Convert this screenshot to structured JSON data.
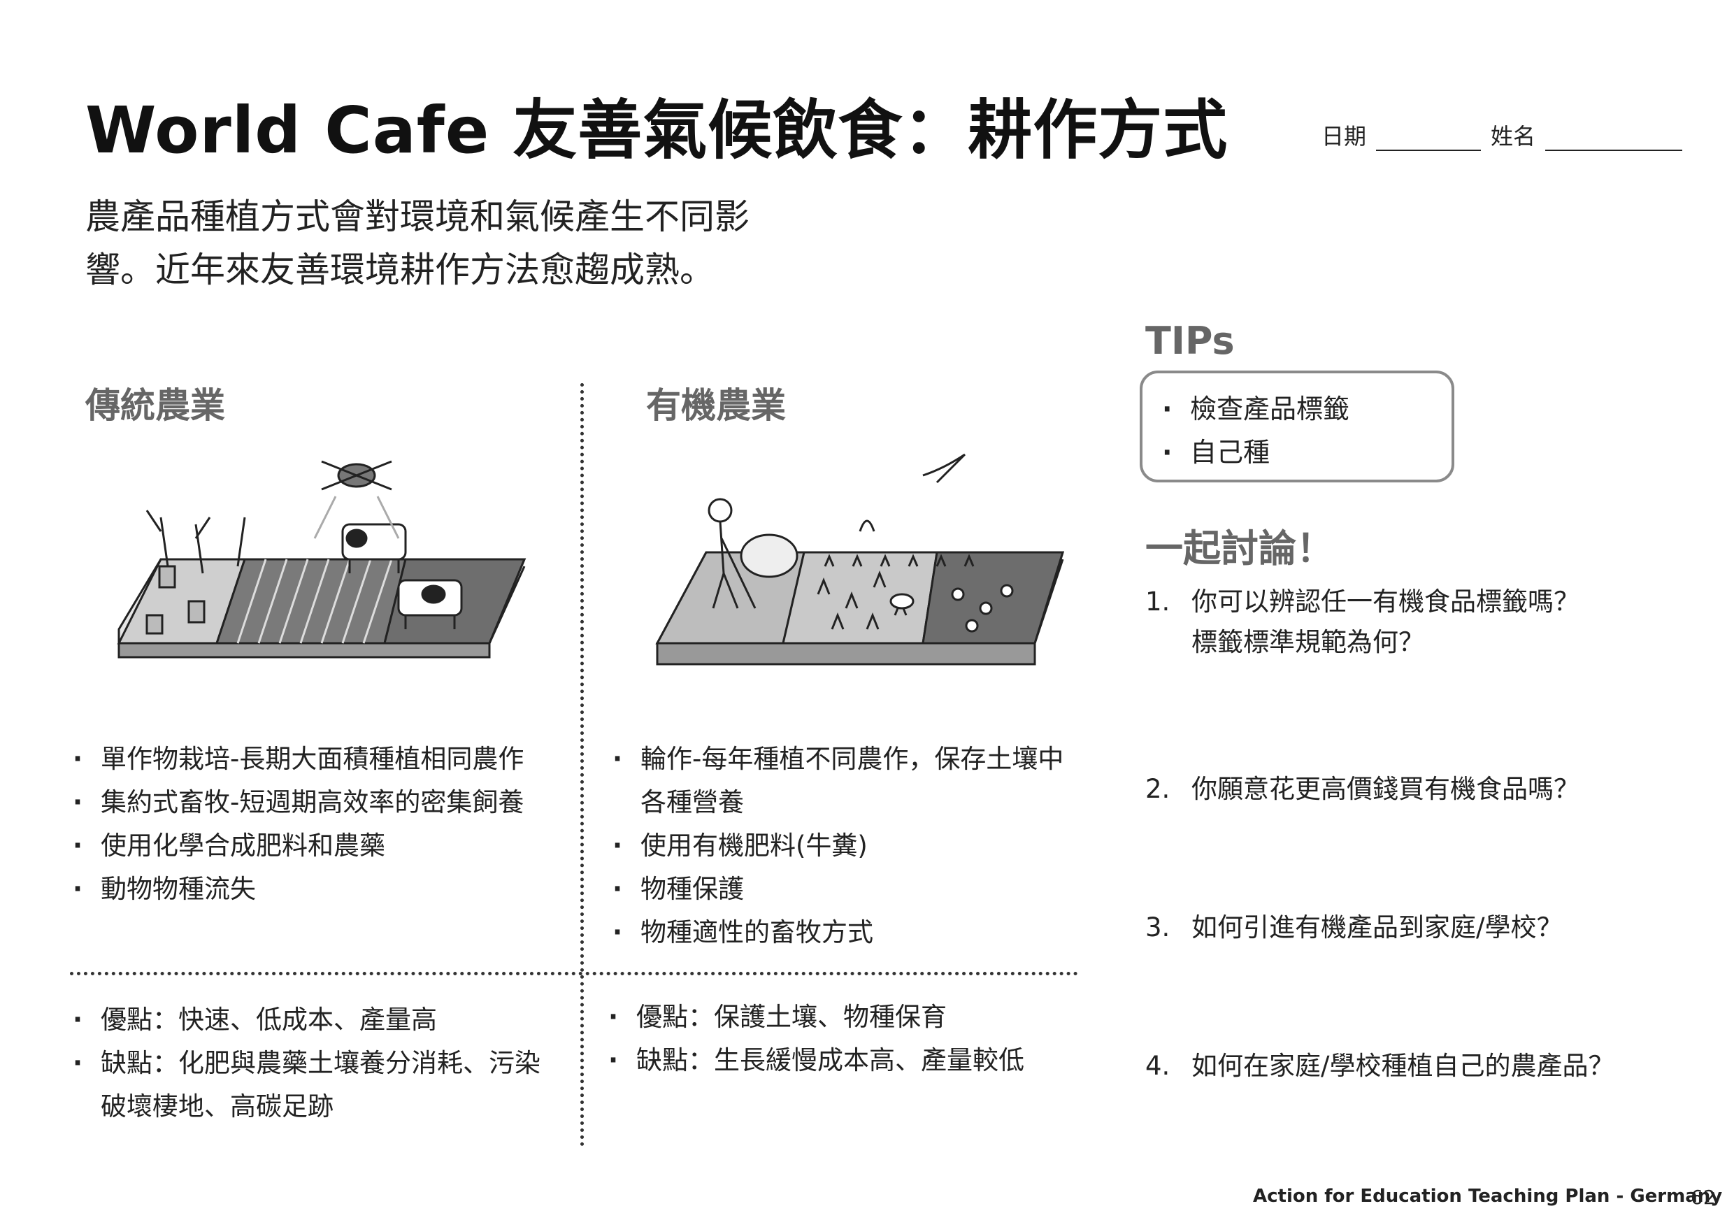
{
  "title": "World Cafe 友善氣候飲食：耕作方式",
  "meta": {
    "date_label": "日期",
    "name_label": "姓名"
  },
  "intro": {
    "line1": "農產品種植方式會對環境和氣候產生不同影",
    "line2": "響。近年來友善環境耕作方法愈趨成熟。"
  },
  "conventional": {
    "heading": "傳統農業",
    "practices": [
      "單作物栽培-長期大面積種植相同農作",
      "集約式畜牧-短週期高效率的密集飼養",
      "使用化學合成肥料和農藥",
      "動物物種流失"
    ],
    "pros": "優點：快速、低成本、產量高",
    "cons_line1": "缺點：化肥與農藥土壤養分消耗、污染",
    "cons_line2": "破壞棲地、高碳足跡"
  },
  "organic": {
    "heading": "有機農業",
    "practice1_line1": "輪作-每年種植不同農作，保存土壤中",
    "practice1_line2": "各種營養",
    "practices": [
      "使用有機肥料(牛糞)",
      "物種保護",
      "物種適性的畜牧方式"
    ],
    "pros": "優點：保護土壤、物種保育",
    "cons": "缺點：生長緩慢成本高、產量較低"
  },
  "tips": {
    "title": "TIPs",
    "items": [
      "檢查產品標籤",
      "自己種"
    ]
  },
  "discussion": {
    "title": "一起討論！",
    "questions": [
      {
        "num": "1.",
        "line1": "你可以辨認任一有機食品標籤嗎？",
        "line2": "標籤標準規範為何？"
      },
      {
        "num": "2.",
        "line1": "你願意花更高價錢買有機食品嗎？"
      },
      {
        "num": "3.",
        "line1": "如何引進有機產品到家庭/學校？"
      },
      {
        "num": "4.",
        "line1": "如何在家庭/學校種植自己的農產品？"
      }
    ]
  },
  "footer": {
    "text": "Action for Education Teaching Plan - Germany",
    "page": "62"
  }
}
